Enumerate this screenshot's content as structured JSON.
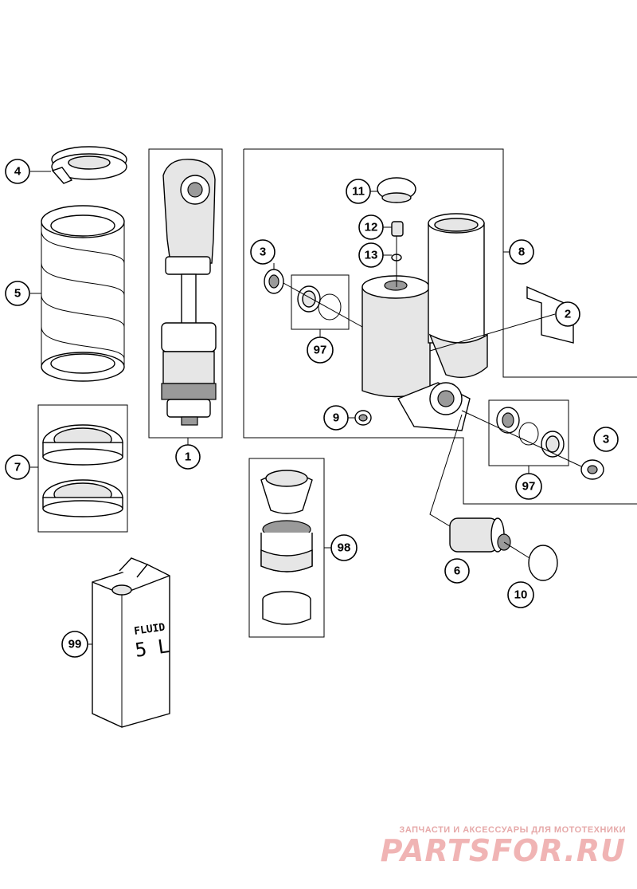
{
  "callouts": {
    "c1": "1",
    "c2": "2",
    "c3a": "3",
    "c3b": "3",
    "c4": "4",
    "c5": "5",
    "c6": "6",
    "c7": "7",
    "c8": "8",
    "c9": "9",
    "c10": "10",
    "c11": "11",
    "c12": "12",
    "c13": "13",
    "c97a": "97",
    "c97b": "97",
    "c98": "98",
    "c99": "99"
  },
  "fluid_can": {
    "word": "FLUID",
    "volume": "5 L"
  },
  "watermark": {
    "tagline": "ЗАПЧАСТИ И АКСЕССУАРЫ ДЛЯ МОТОТЕХНИКИ",
    "brand": "PARTSFOR.RU"
  },
  "colors": {
    "watermark": "#f0b4b4",
    "line": "#000000"
  }
}
